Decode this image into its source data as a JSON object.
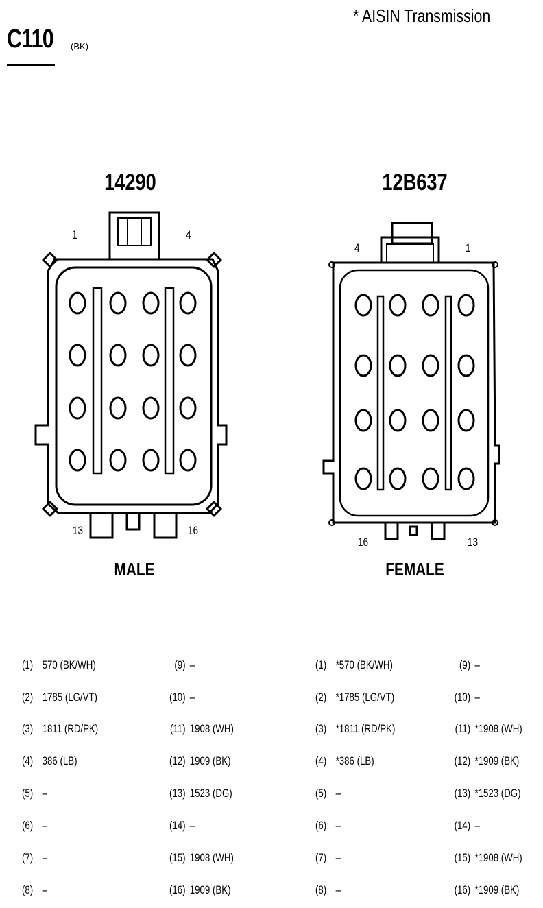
{
  "header": {
    "connector_id": "C110",
    "connector_color": "(BK)",
    "note": "*   AISIN Transmission"
  },
  "male": {
    "part_number": "14290",
    "label": "MALE",
    "pin_top_left": "1",
    "pin_top_right": "4",
    "pin_bottom_left": "13",
    "pin_bottom_right": "16"
  },
  "female": {
    "part_number": "12B637",
    "label": "FEMALE",
    "pin_top_left": "4",
    "pin_top_right": "1",
    "pin_bottom_left": "16",
    "pin_bottom_right": "13"
  },
  "tables": {
    "male": {
      "left": [
        {
          "pin": "(1)",
          "circuit": "570 (BK/WH)"
        },
        {
          "pin": "(2)",
          "circuit": "1785 (LG/VT)"
        },
        {
          "pin": "(3)",
          "circuit": "1811 (RD/PK)"
        },
        {
          "pin": "(4)",
          "circuit": "386 (LB)"
        },
        {
          "pin": "(5)",
          "circuit": "–"
        },
        {
          "pin": "(6)",
          "circuit": "–"
        },
        {
          "pin": "(7)",
          "circuit": "–"
        },
        {
          "pin": "(8)",
          "circuit": "–"
        }
      ],
      "right": [
        {
          "pin": "(9)",
          "circuit": "–"
        },
        {
          "pin": "(10)",
          "circuit": "–"
        },
        {
          "pin": "(11)",
          "circuit": "1908 (WH)"
        },
        {
          "pin": "(12)",
          "circuit": "1909 (BK)"
        },
        {
          "pin": "(13)",
          "circuit": "1523 (DG)"
        },
        {
          "pin": "(14)",
          "circuit": "–"
        },
        {
          "pin": "(15)",
          "circuit": "1908 (WH)"
        },
        {
          "pin": "(16)",
          "circuit": "1909 (BK)"
        }
      ]
    },
    "female": {
      "left": [
        {
          "pin": "(1)",
          "circuit": "*570 (BK/WH)"
        },
        {
          "pin": "(2)",
          "circuit": "*1785 (LG/VT)"
        },
        {
          "pin": "(3)",
          "circuit": "*1811 (RD/PK)"
        },
        {
          "pin": "(4)",
          "circuit": "*386 (LB)"
        },
        {
          "pin": "(5)",
          "circuit": "–"
        },
        {
          "pin": "(6)",
          "circuit": "–"
        },
        {
          "pin": "(7)",
          "circuit": "–"
        },
        {
          "pin": "(8)",
          "circuit": "–"
        }
      ],
      "right": [
        {
          "pin": "(9)",
          "circuit": "–"
        },
        {
          "pin": "(10)",
          "circuit": "–"
        },
        {
          "pin": "(11)",
          "circuit": "*1908 (WH)"
        },
        {
          "pin": "(12)",
          "circuit": "*1909 (BK)"
        },
        {
          "pin": "(13)",
          "circuit": "*1523 (DG)"
        },
        {
          "pin": "(14)",
          "circuit": "–"
        },
        {
          "pin": "(15)",
          "circuit": "*1908 (WH)"
        },
        {
          "pin": "(16)",
          "circuit": "*1909 (BK)"
        }
      ]
    }
  }
}
